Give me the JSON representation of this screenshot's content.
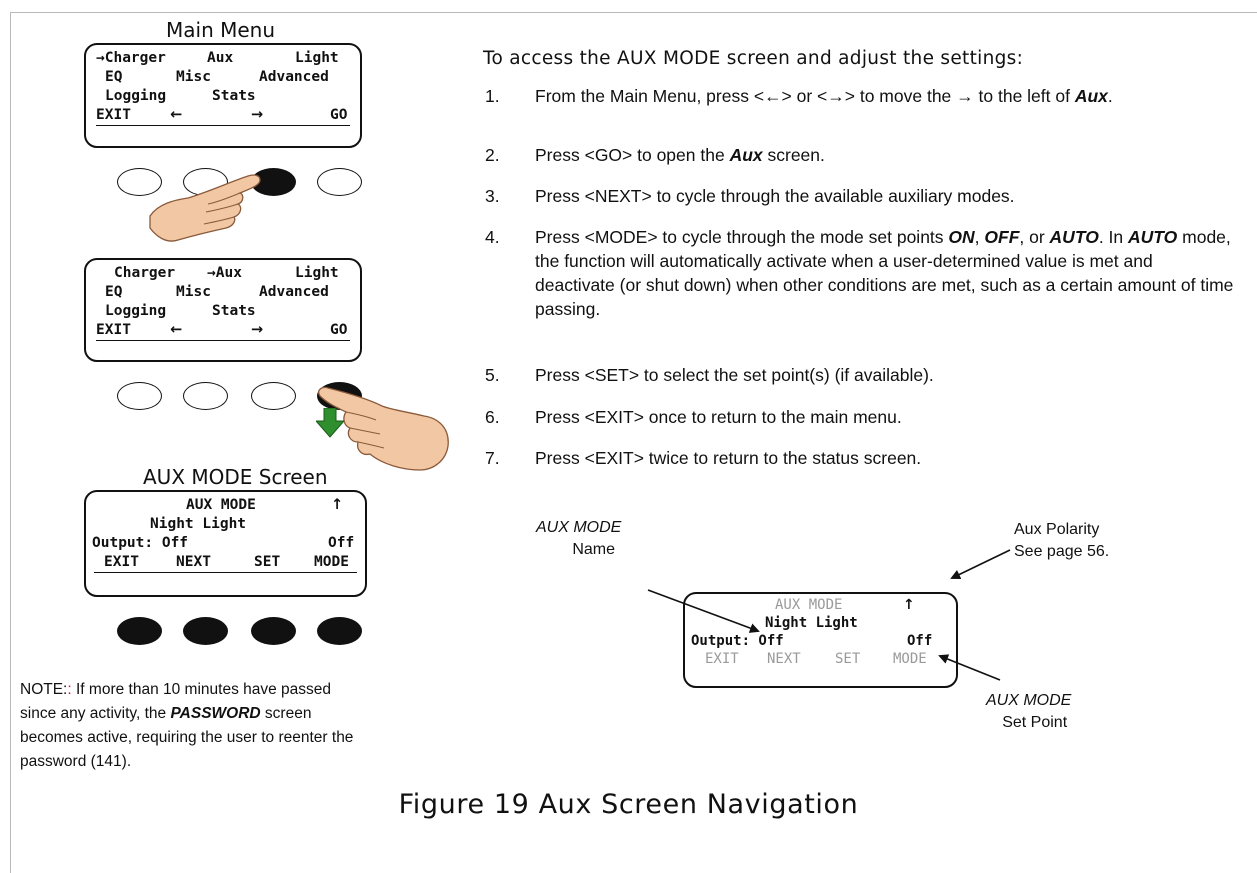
{
  "menu_caption": "Main Menu",
  "lcd1": {
    "r1": [
      "→Charger",
      "Aux",
      "Light"
    ],
    "r2": [
      "EQ",
      "Misc",
      "Advanced"
    ],
    "r3": [
      "Logging",
      "Stats"
    ],
    "r4": [
      "EXIT",
      "←",
      "→",
      "GO"
    ]
  },
  "lcd2": {
    "r1": [
      "Charger",
      "→Aux",
      "Light"
    ],
    "r2": [
      "EQ",
      "Misc",
      "Advanced"
    ],
    "r3": [
      "Logging",
      "Stats"
    ],
    "r4": [
      "EXIT",
      "←",
      "→",
      "GO"
    ]
  },
  "aux_caption": "AUX MODE Screen",
  "lcd3": {
    "title": "AUX MODE",
    "arrow": "↑",
    "name": "Night Light",
    "output_label": "Output: Off",
    "setpoint": "Off",
    "keys": [
      "EXIT",
      "NEXT",
      "SET",
      "MODE"
    ]
  },
  "note": {
    "prefix": "NOTE:",
    "text1": " If more than 10 minutes have passed since any activity, the ",
    "emph": "PASSWORD",
    "text2": " screen becomes active, requiring the user to reenter the password (141)."
  },
  "intro": "To access the AUX MODE screen and adjust the settings:",
  "steps": [
    {
      "n": "1.",
      "a": "From the Main Menu, press <←> or <→> to move the → to the left of ",
      "b": "Aux",
      "c": "."
    },
    {
      "n": "2.",
      "a": "Press <GO> to open the ",
      "b": "Aux",
      "c": " screen."
    },
    {
      "n": "3.",
      "a": "Press <NEXT> to cycle through the available auxiliary modes."
    },
    {
      "n": "4.",
      "a": "Press <MODE> to cycle through the mode set points ",
      "b": "ON",
      "c": ", ",
      "d": "OFF",
      "e": ", or ",
      "f": "AUTO",
      "g": ".   In ",
      "h": "AUTO",
      "i": " mode, the function will automatically activate when a user-determined value is met and deactivate (or shut down) when other conditions are met, such as a certain amount of time passing."
    },
    {
      "n": "5.",
      "a": "Press <SET> to select the set point(s) (if available)."
    },
    {
      "n": "6.",
      "a": "Press <EXIT> once to return to the main menu."
    },
    {
      "n": "7.",
      "a": "Press <EXIT> twice to return to the status screen."
    }
  ],
  "callouts": {
    "name_1": "AUX MODE",
    "name_2": "Name",
    "polarity_1": "Aux Polarity",
    "polarity_2": "See page 56.",
    "setpoint_1": "AUX MODE",
    "setpoint_2": "Set Point"
  },
  "figure_title": "Figure 19  Aux Screen Navigation"
}
